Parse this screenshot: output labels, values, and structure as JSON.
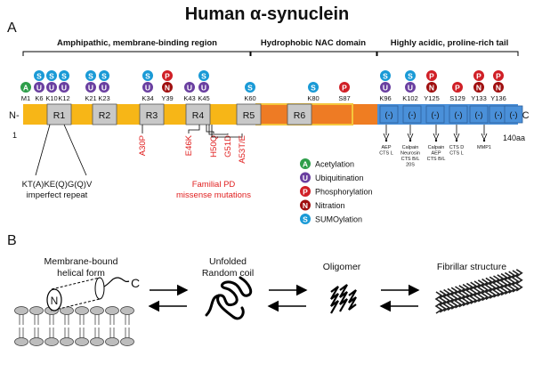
{
  "title": "Human α-synuclein",
  "panel_a": {
    "label": "A",
    "regions": {
      "amphipathic": "Amphipathic, membrane-binding region",
      "nac": "Hydrophobic NAC domain",
      "acidic": "Highly acidic, proline-rich tail"
    },
    "n_term": "N-",
    "c_term": "-C",
    "start": "1",
    "end": "140aa",
    "repeats": [
      "R1",
      "R2",
      "R3",
      "R4",
      "R5",
      "R6"
    ],
    "acidic_marks": [
      "(-)",
      "(-)",
      "(-)",
      "(-)",
      "(-)",
      "(-)",
      "(-)"
    ],
    "repeat_note_line1": "KT(A)KE(Q)G(Q)V",
    "repeat_note_line2": "imperfect repeat",
    "pd_caption_line1": "Familial PD",
    "pd_caption_line2": "missense mutations",
    "mutations": [
      "A30P",
      "E46K",
      "H50Q",
      "G51D",
      "A53T/E"
    ],
    "sites": [
      {
        "label": "M1",
        "badges": [
          "A"
        ]
      },
      {
        "label": "K6",
        "badges": [
          "U",
          "S"
        ]
      },
      {
        "label": "K10",
        "badges": [
          "U",
          "S"
        ]
      },
      {
        "label": "K12",
        "badges": [
          "U",
          "S"
        ]
      },
      {
        "label": "K21",
        "badges": [
          "U",
          "S"
        ]
      },
      {
        "label": "K23",
        "badges": [
          "U",
          "S"
        ]
      },
      {
        "label": "K34",
        "badges": [
          "U",
          "S"
        ]
      },
      {
        "label": "Y39",
        "badges": [
          "N",
          "P"
        ]
      },
      {
        "label": "K43",
        "badges": [
          "U"
        ]
      },
      {
        "label": "K45",
        "badges": [
          "U",
          "S"
        ]
      },
      {
        "label": "K60",
        "badges": [
          "S"
        ]
      },
      {
        "label": "K80",
        "badges": [
          "S"
        ]
      },
      {
        "label": "S87",
        "badges": [
          "P"
        ]
      },
      {
        "label": "K96",
        "badges": [
          "U",
          "S"
        ]
      },
      {
        "label": "K102",
        "badges": [
          "U",
          "S"
        ]
      },
      {
        "label": "Y125",
        "badges": [
          "N",
          "P"
        ]
      },
      {
        "label": "S129",
        "badges": [
          "P"
        ]
      },
      {
        "label": "Y133",
        "badges": [
          "N",
          "P"
        ]
      },
      {
        "label": "Y136",
        "badges": [
          "N",
          "P"
        ]
      }
    ],
    "legend": [
      {
        "badge": "A",
        "label": "Acetylation",
        "color": "#2e9e4a"
      },
      {
        "badge": "U",
        "label": "Ubiquitination",
        "color": "#6a3fa0"
      },
      {
        "badge": "P",
        "label": "Phosphorylation",
        "color": "#d01f26"
      },
      {
        "badge": "N",
        "label": "Nitration",
        "color": "#a01010"
      },
      {
        "badge": "S",
        "label": "SUMOylation",
        "color": "#1a9ad6"
      }
    ],
    "proteases": [
      {
        "line1": "AEP",
        "line2": "CTS L",
        "line3": "",
        "line4": ""
      },
      {
        "line1": "Calpain",
        "line2": "Neurosin",
        "line3": "CTS B/L",
        "line4": "20S"
      },
      {
        "line1": "Calpain",
        "line2": "AEP",
        "line3": "CTS B/L",
        "line4": ""
      },
      {
        "line1": "CTS D",
        "line2": "CTS L",
        "line3": "",
        "line4": ""
      },
      {
        "line1": "MMP1",
        "line2": "",
        "line3": "",
        "line4": ""
      }
    ],
    "colors": {
      "amphipathic": "#f7b617",
      "nac": "#ef7d22",
      "acidic": "#4a90d9",
      "mutation_text": "#e02020"
    }
  },
  "panel_b": {
    "label": "B",
    "states": [
      {
        "line1": "Membrane-bound",
        "line2": "helical form"
      },
      {
        "line1": "Unfolded",
        "line2": "Random coil"
      },
      {
        "line1": "Oligomer",
        "line2": ""
      },
      {
        "line1": "Fibrillar structure",
        "line2": ""
      }
    ],
    "helix_n": "N",
    "helix_c": "C"
  }
}
